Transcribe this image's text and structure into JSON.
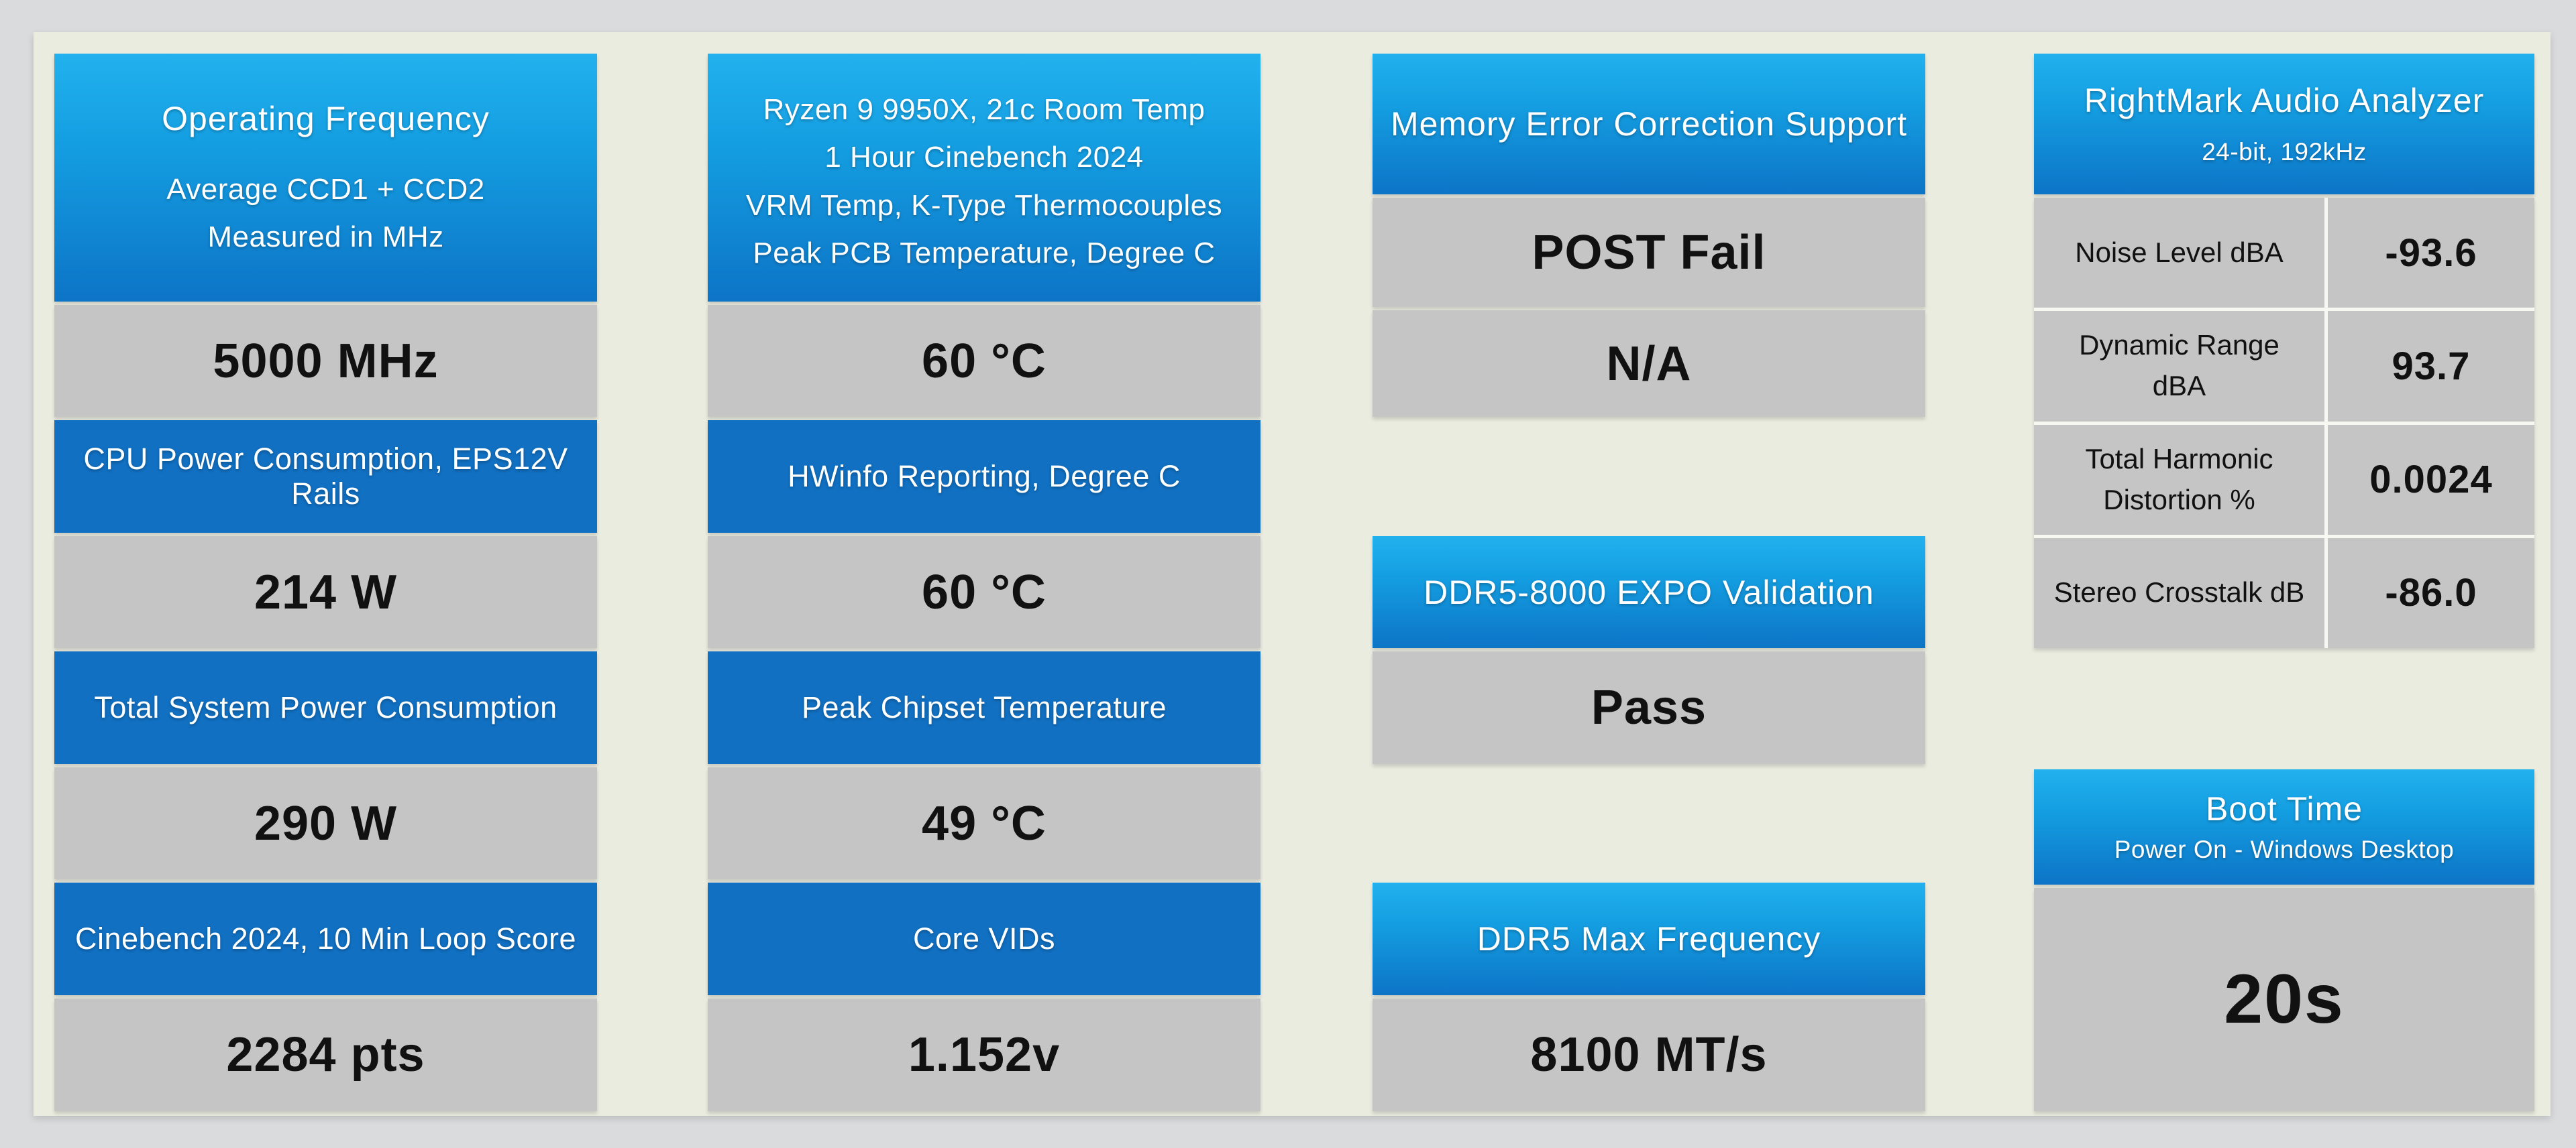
{
  "colors": {
    "outer_background": "#dadbdd",
    "panel_background": "#ebece0",
    "header_gradient_top": "#23b1ee",
    "header_gradient_bottom": "#0d74c6",
    "solid_blue_header": "#1170c2",
    "value_cell_gray": "#c5c5c5",
    "header_text": "#ffffff",
    "value_text": "#111111"
  },
  "cpu_column": {
    "title": "Operating Frequency",
    "subtitle_line1": "Average CCD1 + CCD2",
    "subtitle_line2": "Measured in MHz",
    "frequency_value": "5000 MHz",
    "power_label": "CPU Power Consumption, EPS12V Rails",
    "power_value": "214 W",
    "system_power_label": "Total System Power Consumption",
    "system_power_value": "290 W",
    "cinebench_label": "Cinebench 2024, 10 Min Loop Score",
    "cinebench_value": "2284 pts"
  },
  "thermal_column": {
    "title_line1": "Ryzen 9 9950X, 21c Room Temp",
    "title_line2": "1 Hour Cinebench 2024",
    "subtitle_line1": "VRM Temp, K-Type Thermocouples",
    "subtitle_line2": "Peak PCB Temperature, Degree C",
    "vrm_value": "60 °C",
    "hwinfo_label": "HWinfo Reporting, Degree C",
    "hwinfo_value": "60 °C",
    "chipset_label": "Peak Chipset Temperature",
    "chipset_value": "49 °C",
    "vid_label": "Core VIDs",
    "vid_value": "1.152v"
  },
  "memory_column": {
    "ecc_title": "Memory Error Correction Support",
    "ecc_value_top": "POST Fail",
    "ecc_value_bottom": "N/A",
    "expo_title": "DDR5-8000 EXPO Validation",
    "expo_value": "Pass",
    "maxfreq_title": "DDR5 Max Frequency",
    "maxfreq_value": "8100 MT/s"
  },
  "audio_column": {
    "title": "RightMark Audio Analyzer",
    "subtitle": "24-bit, 192kHz",
    "rows": [
      {
        "label": "Noise Level dBA",
        "value": "-93.6"
      },
      {
        "label": "Dynamic Range dBA",
        "value": "93.7"
      },
      {
        "label": "Total Harmonic Distortion %",
        "value": "0.0024"
      },
      {
        "label": "Stereo Crosstalk dB",
        "value": "-86.0"
      }
    ],
    "boot_title": "Boot Time",
    "boot_subtitle": "Power On - Windows Desktop",
    "boot_value": "20s"
  },
  "chart_data": [
    {
      "type": "table",
      "title": "Operating Frequency",
      "subtitle": "Average CCD1 + CCD2, Measured in MHz",
      "rows": [
        [
          "Operating Frequency, Average CCD1 + CCD2",
          "5000 MHz"
        ],
        [
          "CPU Power Consumption, EPS12V Rails",
          "214 W"
        ],
        [
          "Total System Power Consumption",
          "290 W"
        ],
        [
          "Cinebench 2024, 10 Min Loop Score",
          "2284 pts"
        ]
      ]
    },
    {
      "type": "table",
      "title": "Ryzen 9 9950X, 21c Room Temp, 1 Hour Cinebench 2024",
      "rows": [
        [
          "VRM Temp, K-Type Thermocouples, Peak PCB Temperature, Degree C",
          "60 °C"
        ],
        [
          "HWinfo Reporting, Degree C",
          "60 °C"
        ],
        [
          "Peak Chipset Temperature",
          "49 °C"
        ],
        [
          "Core VIDs",
          "1.152v"
        ]
      ]
    },
    {
      "type": "table",
      "title": "Memory Validation",
      "rows": [
        [
          "Memory Error Correction Support",
          "POST Fail"
        ],
        [
          "Memory Error Correction Support",
          "N/A"
        ],
        [
          "DDR5-8000 EXPO Validation",
          "Pass"
        ],
        [
          "DDR5 Max Frequency",
          "8100 MT/s"
        ]
      ]
    },
    {
      "type": "table",
      "title": "RightMark Audio Analyzer",
      "subtitle": "24-bit, 192kHz",
      "rows": [
        [
          "Noise Level dBA",
          -93.6
        ],
        [
          "Dynamic Range dBA",
          93.7
        ],
        [
          "Total Harmonic Distortion %",
          0.0024
        ],
        [
          "Stereo Crosstalk dB",
          -86.0
        ]
      ]
    },
    {
      "type": "table",
      "title": "Boot Time",
      "subtitle": "Power On - Windows Desktop",
      "rows": [
        [
          "Boot Time, Power On - Windows Desktop",
          "20s"
        ]
      ]
    }
  ]
}
